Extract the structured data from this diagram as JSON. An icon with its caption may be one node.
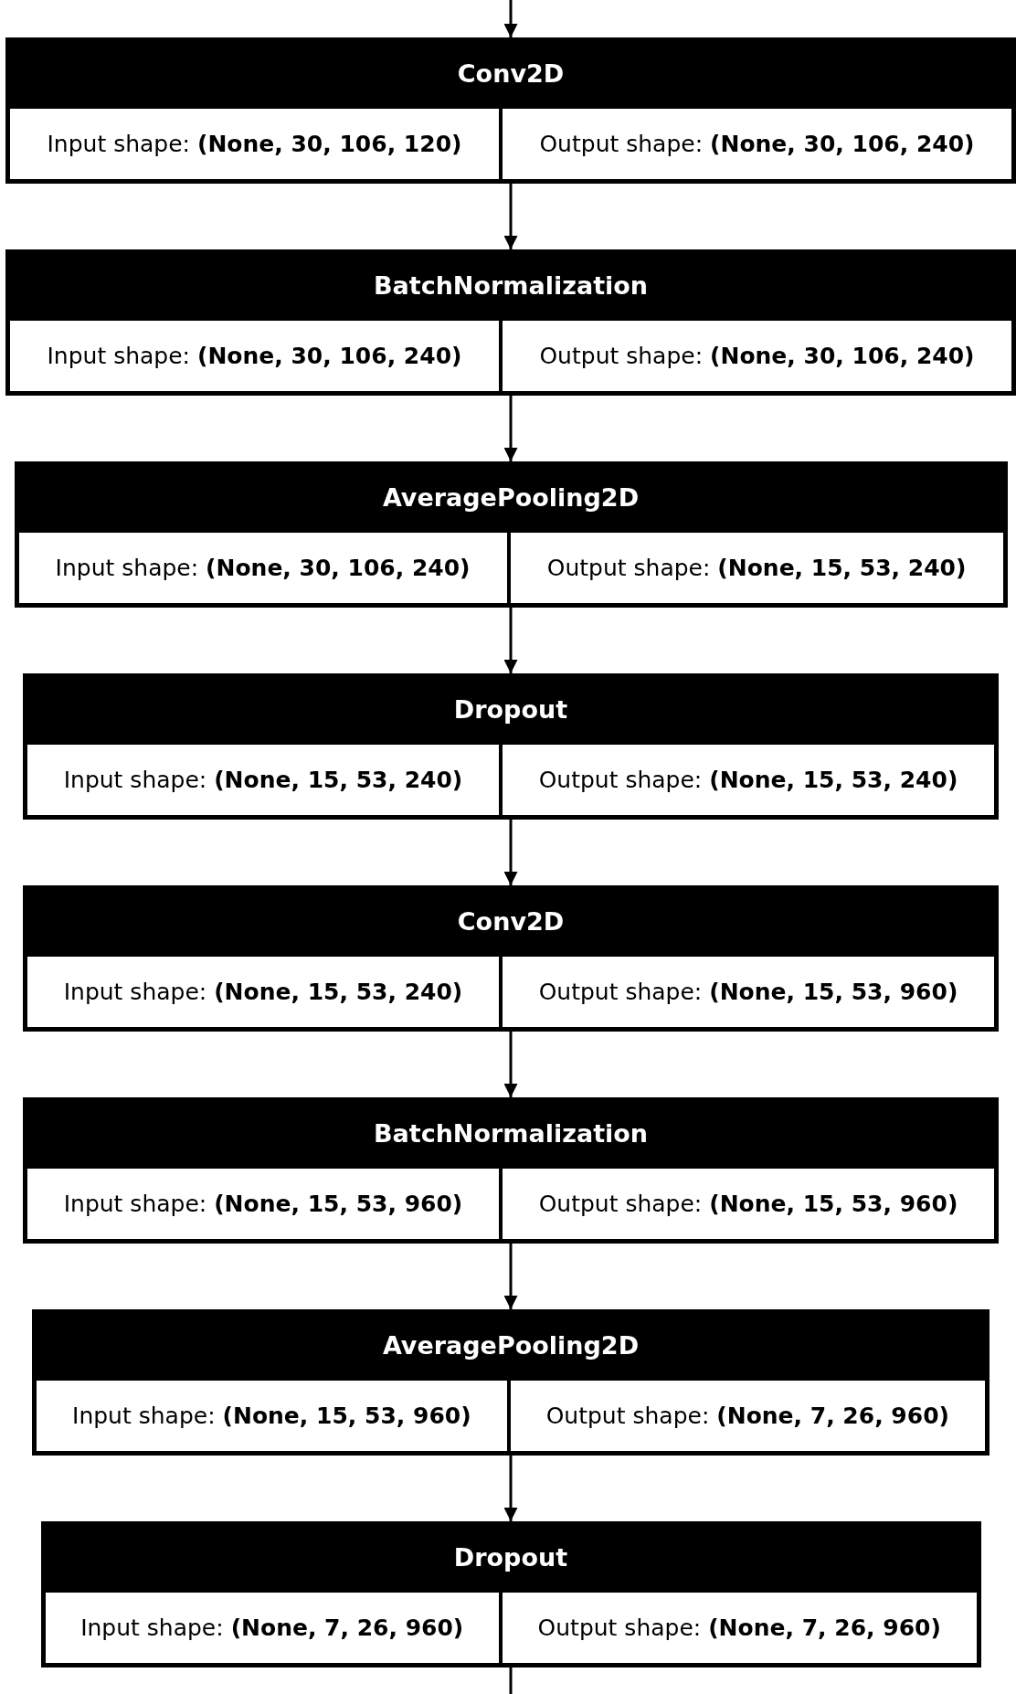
{
  "diagram": {
    "nodes": [
      {
        "text": [
          "Conv2D",
          "Input shape: **(None, 30, 106, 120)**",
          "Output shape: **(None, 30, 106, 240)**"
        ]
      },
      {
        "text": [
          "BatchNormalization",
          "Input shape: **(None, 30, 106, 240)**",
          "Output shape: **(None, 30, 106, 240)**"
        ]
      },
      {
        "text": [
          "AveragePooling2D",
          "Input shape: **(None, 30, 106, 240)**",
          "Output shape: **(None, 15, 53, 240)**"
        ]
      },
      {
        "text": [
          "Dropout",
          "Input shape: **(None, 15, 53, 240)**",
          "Output shape: **(None, 15, 53, 240)**"
        ]
      },
      {
        "text": [
          "Conv2D",
          "Input shape: **(None, 15, 53, 240)**",
          "Output shape: **(None, 15, 53, 960)**"
        ]
      },
      {
        "text": [
          "BatchNormalization",
          "Input shape: **(None, 15, 53, 960)**",
          "Output shape: **(None, 15, 53, 960)**"
        ]
      },
      {
        "text": [
          "AveragePooling2D",
          "Input shape: **(None, 15, 53, 960)**",
          "Output shape: **(None, 7, 26, 960)**"
        ]
      },
      {
        "text": [
          "Dropout",
          "Input shape: **(None, 7, 26, 960)**",
          "Output shape: **(None, 7, 26, 960)**"
        ]
      }
    ],
    "edges": [
      {
        "from": null,
        "to": 0,
        "arrow": "to"
      },
      {
        "from": 0,
        "to": 1,
        "arrow": "to"
      },
      {
        "from": 1,
        "to": 2,
        "arrow": "to"
      },
      {
        "from": 2,
        "to": 3,
        "arrow": "to"
      },
      {
        "from": 3,
        "to": 4,
        "arrow": "to"
      },
      {
        "from": 4,
        "to": 5,
        "arrow": "to"
      },
      {
        "from": 5,
        "to": 6,
        "arrow": "to"
      },
      {
        "from": 6,
        "to": 7,
        "arrow": "to"
      },
      {
        "from": 7,
        "to": null,
        "arrow": "none"
      }
    ]
  }
}
